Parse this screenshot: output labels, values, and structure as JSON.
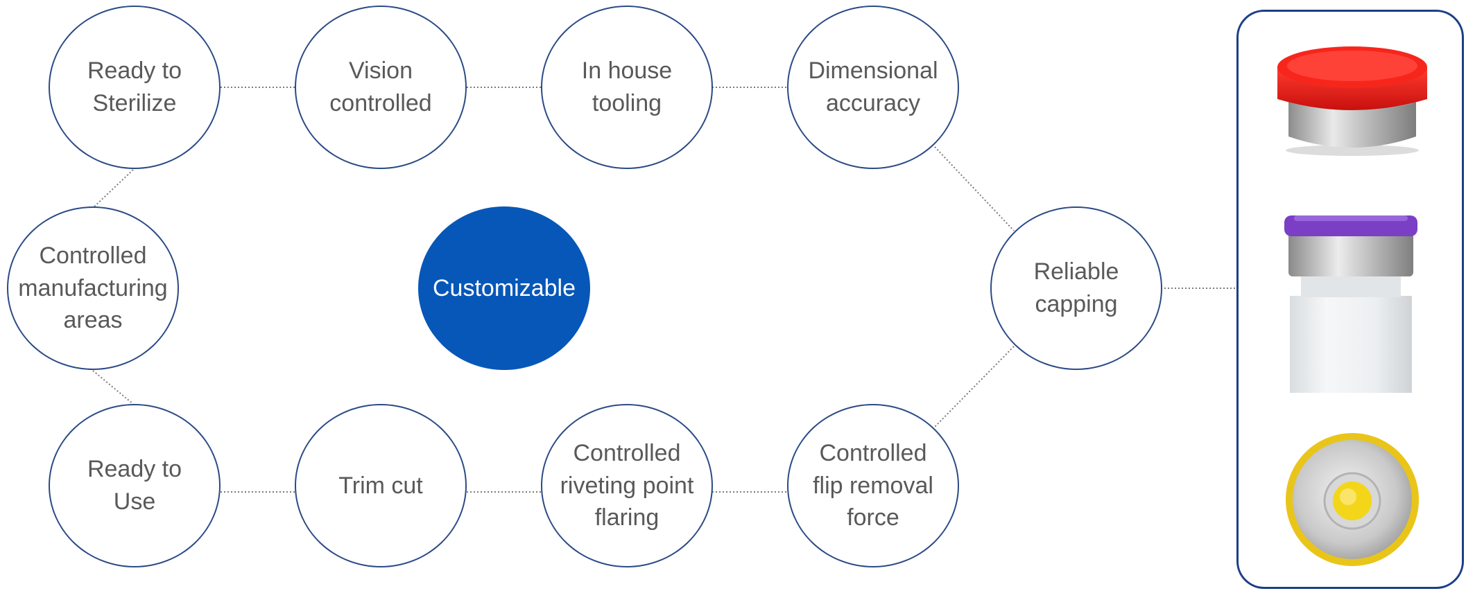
{
  "diagram": {
    "center": {
      "label": "Customizable"
    },
    "nodes": [
      {
        "id": "ready-to-sterilize",
        "label": "Ready to\nSterilize"
      },
      {
        "id": "vision-controlled",
        "label": "Vision\ncontrolled"
      },
      {
        "id": "in-house-tooling",
        "label": "In house\ntooling"
      },
      {
        "id": "dimensional-accuracy",
        "label": "Dimensional\naccuracy"
      },
      {
        "id": "reliable-capping",
        "label": "Reliable\ncapping"
      },
      {
        "id": "controlled-flip-removal-force",
        "label": "Controlled\nflip removal\nforce"
      },
      {
        "id": "controlled-riveting-point-flaring",
        "label": "Controlled\nriveting point\nflaring"
      },
      {
        "id": "trim-cut",
        "label": "Trim cut"
      },
      {
        "id": "ready-to-use",
        "label": "Ready to\nUse"
      },
      {
        "id": "controlled-manufacturing-areas",
        "label": "Controlled\nmanufacturing\nareas"
      }
    ],
    "products": [
      {
        "id": "red-flip-off-cap",
        "cap_color": "#e8201c"
      },
      {
        "id": "purple-capped-vial",
        "cap_color": "#7a3fc4"
      },
      {
        "id": "yellow-cap-top-view",
        "cap_color": "#f0d21a"
      }
    ],
    "colors": {
      "node_border": "#2b4a86",
      "center_fill": "#0757b8",
      "panel_border": "#1c3f86",
      "connector": "#7a7a7a",
      "label_text": "#595959"
    }
  }
}
